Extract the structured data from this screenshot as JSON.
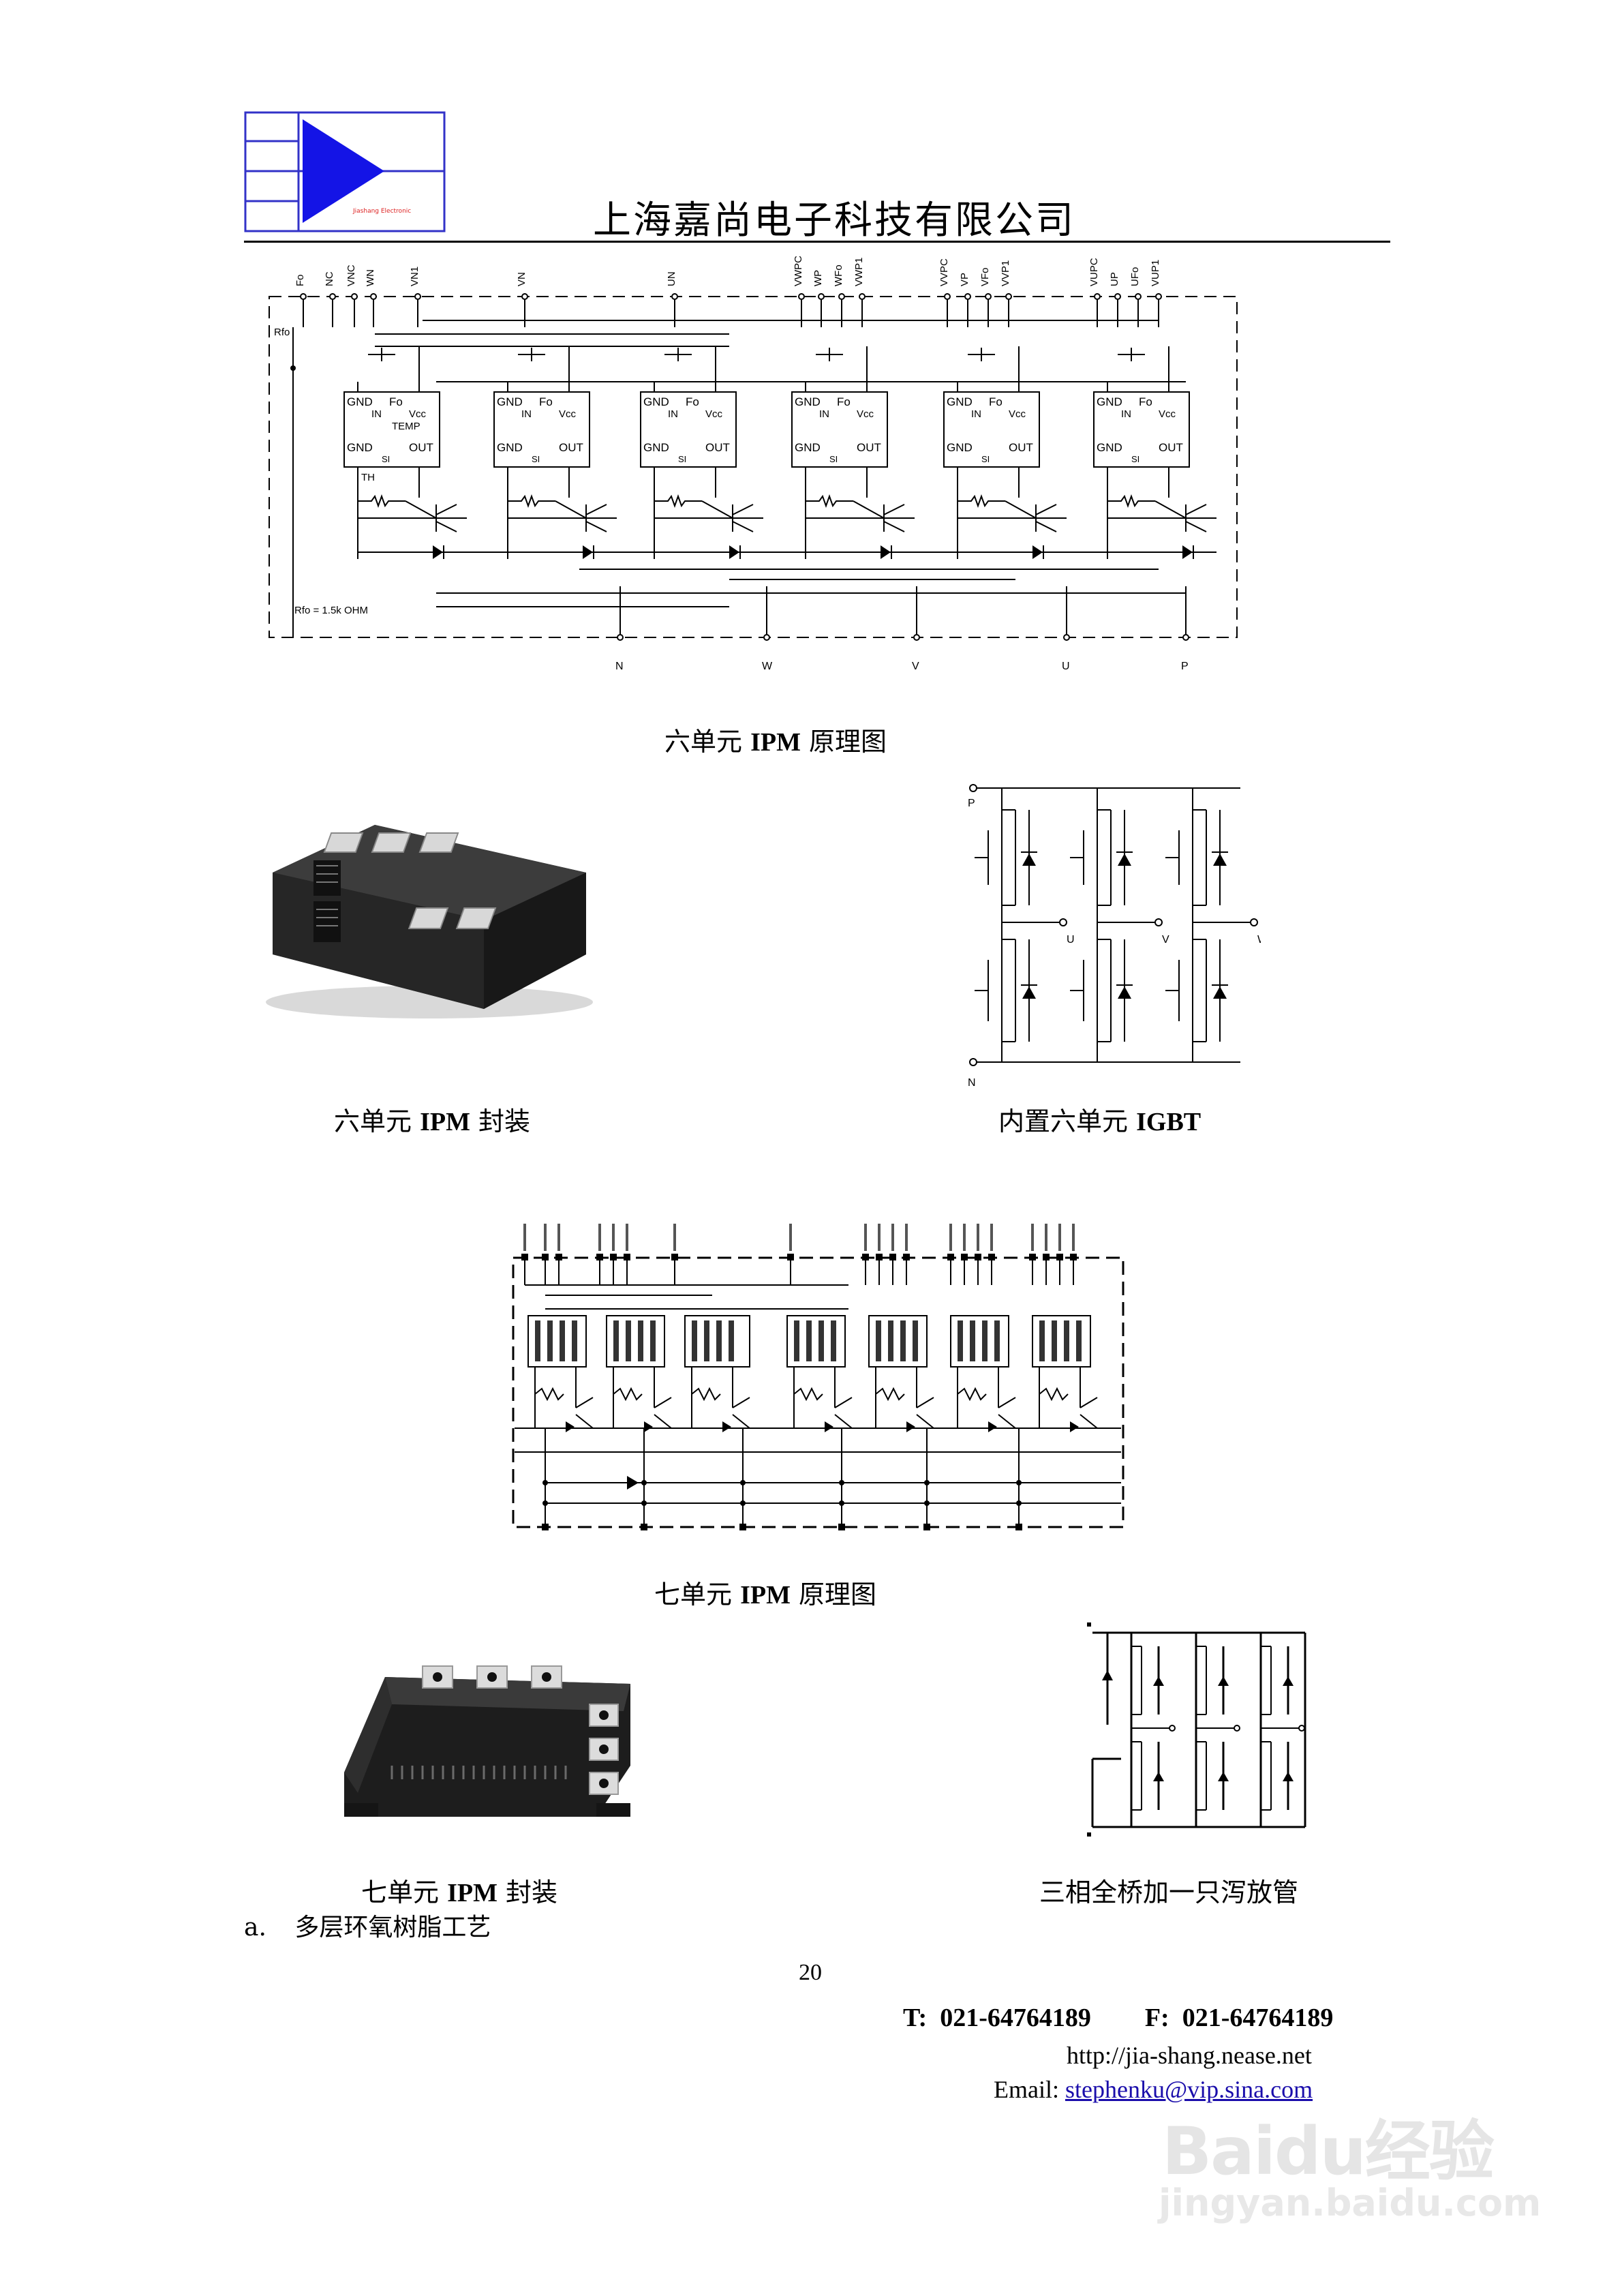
{
  "header": {
    "company": "上海嘉尚电子科技有限公司",
    "logo_text": "Jiashang Electronic"
  },
  "figures": {
    "fig1": {
      "caption_pre": "六单元 ",
      "caption_bold": "IPM",
      "caption_post": " 原理图",
      "top_pins": [
        "Fo",
        "NC",
        "VNC",
        "WN",
        "VN1",
        "VN",
        "UN",
        "VWPC",
        "WP",
        "WFo",
        "VWP1",
        "VVPC",
        "VP",
        "VFo",
        "VVP1",
        "VUPC",
        "UP",
        "UFo",
        "VUP1"
      ],
      "bottom_pins": [
        "N",
        "W",
        "V",
        "U",
        "P"
      ],
      "rfo_label": "Rfo",
      "rfo_note": "Rfo = 1.5k OHM",
      "ic_labels": {
        "gnd": "GND",
        "fo": "Fo",
        "in": "IN",
        "vcc": "Vcc",
        "temp": "TEMP",
        "out": "OUT",
        "si": "SI",
        "th": "TH"
      }
    },
    "fig2": {
      "caption_pre": "六单元 ",
      "caption_bold": "IPM",
      "caption_post": " 封装"
    },
    "fig3": {
      "caption_pre": "内置六单元 ",
      "caption_bold": "IGBT",
      "caption_post": "",
      "labels": [
        "P",
        "U",
        "V",
        "W",
        "N"
      ]
    },
    "fig4": {
      "caption_pre": "七单元 ",
      "caption_bold": "IPM",
      "caption_post": " 原理图"
    },
    "fig5": {
      "caption_pre": "七单元 ",
      "caption_bold": "IPM",
      "caption_post": " 封装"
    },
    "fig6": {
      "caption": "三相全桥加一只泻放管"
    }
  },
  "list_item": {
    "marker": "a.",
    "text": "多层环氧树脂工艺"
  },
  "page_number": "20",
  "footer": {
    "phone_label": "T:",
    "phone": "021-64764189",
    "fax_label": "F:",
    "fax": "021-64764189",
    "url": "http://jia-shang.nease.net",
    "email_label": "Email:",
    "email": "stephenku@vip.sina.com"
  },
  "watermark": {
    "brand": "Baidu经验",
    "url": "jingyan.baidu.com"
  },
  "colors": {
    "logo_blue": "#1414e6",
    "logo_frame": "#3232c8",
    "link": "#1a0dab",
    "module_dark": "#2b2b2b"
  }
}
